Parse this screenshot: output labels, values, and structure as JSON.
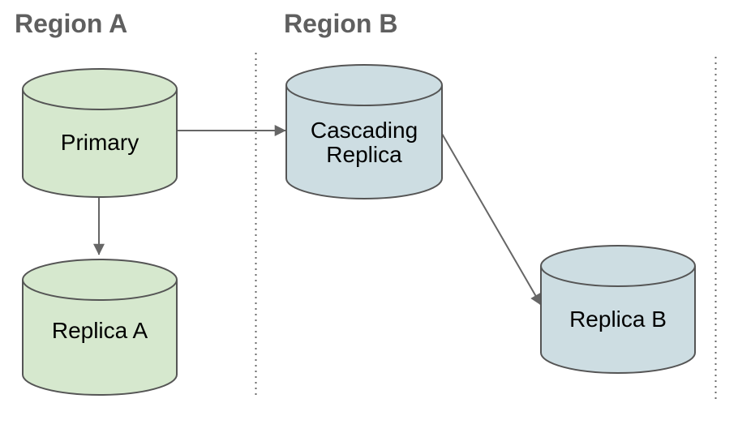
{
  "diagram": {
    "type": "database-replication-topology",
    "regions": [
      {
        "label": "Region A"
      },
      {
        "label": "Region B"
      }
    ],
    "nodes": [
      {
        "id": "primary",
        "label": "Primary",
        "shape": "database-cylinder",
        "region": "Region A"
      },
      {
        "id": "replica-a",
        "label": "Replica A",
        "shape": "database-cylinder",
        "region": "Region A"
      },
      {
        "id": "cascading-replica",
        "label": "Cascading Replica",
        "label_lines": [
          "Cascading",
          "Replica"
        ],
        "shape": "database-cylinder",
        "region": "Region B"
      },
      {
        "id": "replica-b",
        "label": "Replica B",
        "shape": "database-cylinder",
        "region": "Region B"
      }
    ],
    "edges": [
      {
        "from": "primary",
        "to": "cascading-replica",
        "style": "solid-arrow"
      },
      {
        "from": "primary",
        "to": "replica-a",
        "style": "solid-arrow"
      },
      {
        "from": "cascading-replica",
        "to": "replica-b",
        "style": "solid-arrow"
      }
    ],
    "colors": {
      "green_fill": "#d6e8ce",
      "blue_fill": "#cddde2",
      "outline": "#555555",
      "arrow": "#666666",
      "heading_text": "#5f5f5f",
      "node_text": "#000000",
      "divider": "#6b6b6b",
      "background": "#ffffff"
    }
  }
}
